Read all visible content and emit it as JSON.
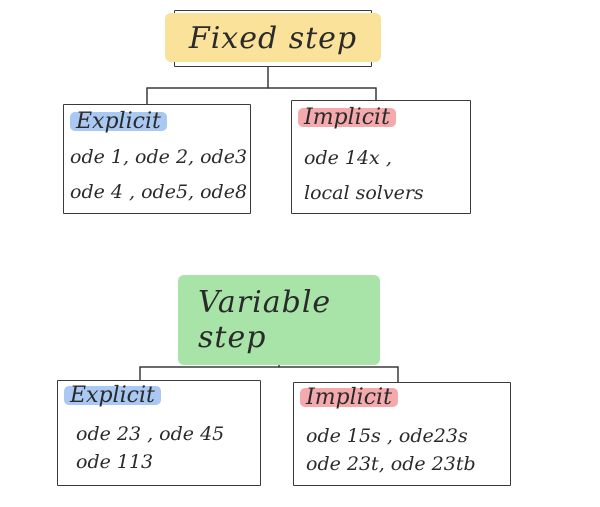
{
  "top": {
    "title": "Fixed step",
    "title_color": "#fbe29a",
    "explicit": {
      "label": "Explicit",
      "label_color": "#a9c8f2",
      "lines": [
        "ode 1, ode 2, ode3",
        "ode 4 , ode5, ode8"
      ]
    },
    "implicit": {
      "label": "Implicit",
      "label_color": "#f4a9ad",
      "lines": [
        "ode 14x ,",
        "local solvers"
      ]
    }
  },
  "bottom": {
    "title": "Variable step",
    "title_color": "#a8e4a8",
    "explicit": {
      "label": "Explicit",
      "label_color": "#a9c8f2",
      "lines": [
        "ode 23 , ode 45",
        "ode 113"
      ]
    },
    "implicit": {
      "label": "Implicit",
      "label_color": "#f4a9ad",
      "lines": [
        "ode 15s , ode23s",
        "ode 23t, ode 23tb"
      ]
    }
  }
}
